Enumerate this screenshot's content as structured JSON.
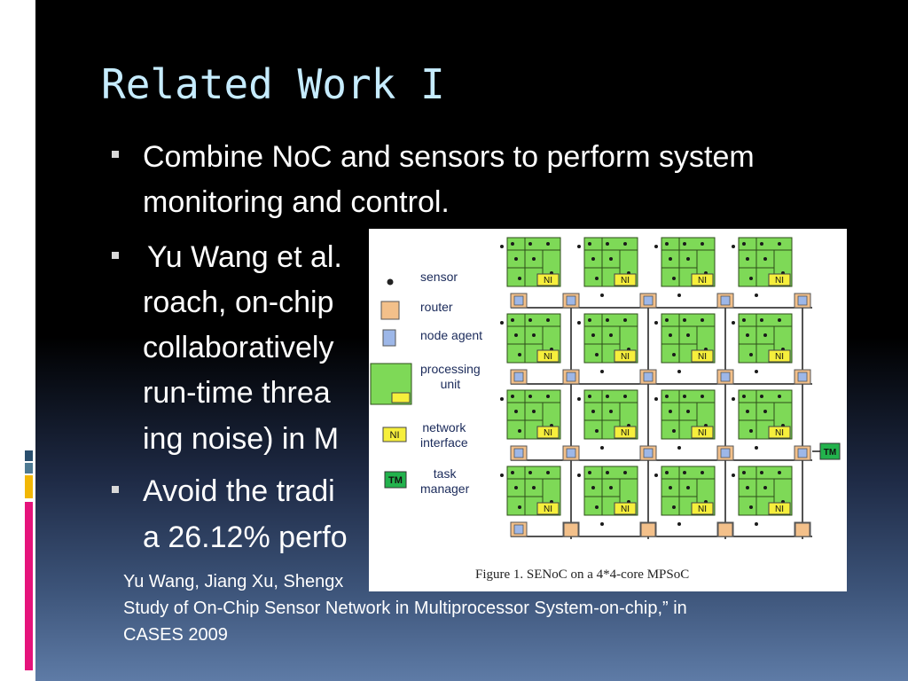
{
  "slide": {
    "title": "Related Work I",
    "bullets": [
      {
        "lines": [
          "Combine NoC and sensors to perform system",
          "monitoring and control."
        ]
      },
      {
        "lines": [
          "Yu Wang et al.",
          "roach, on-chip",
          "collaboratively",
          "run-time threa",
          "ing noise) in M"
        ]
      },
      {
        "lines": [
          "Avoid the tradi",
          "a 26.12% perfo"
        ]
      }
    ],
    "reference": [
      "Yu Wang, Jiang Xu, Shengx",
      "Study of On-Chip Sensor Network in Multiprocessor System-on-chip,” in",
      "CASES 2009"
    ]
  },
  "figure": {
    "caption": "Figure 1.   SENoC on a 4*4-core MPSoC",
    "legend": [
      {
        "icon": "sensor-icon",
        "label": "sensor"
      },
      {
        "icon": "router-icon",
        "label": "router"
      },
      {
        "icon": "node-agent-icon",
        "label": "node agent"
      },
      {
        "icon": "processing-unit-icon",
        "label": "processing\nunit"
      },
      {
        "icon": "network-interface-icon",
        "label": "network\ninterface"
      },
      {
        "icon": "task-manager-icon",
        "label": "task\nmanager"
      }
    ],
    "ni_label": "NI",
    "tm_label": "TM",
    "grid_rows": 4,
    "grid_cols": 4,
    "colors": {
      "processing_unit": "#7ed957",
      "network_interface": "#f6ef3c",
      "router": "#f3c08a",
      "node_agent": "#9db7e8",
      "task_manager": "#22b24c",
      "wire": "#1a1a1a"
    }
  },
  "accent_colors": [
    "#2a4f6e",
    "#f2b705",
    "#e5137b"
  ]
}
